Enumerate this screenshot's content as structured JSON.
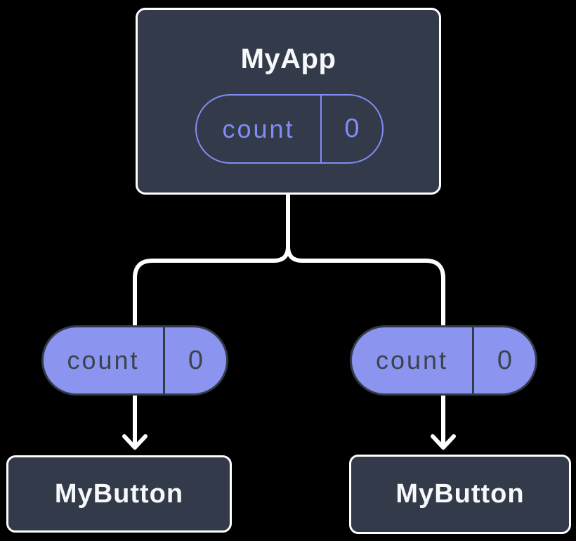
{
  "diagram": {
    "description": "Component tree diagram: parent component holding state, passing it down to two child components",
    "colors": {
      "background": "#000000",
      "node_fill": "#333B4B",
      "node_border": "#FFFFFF",
      "pill_fill": "#8B94EE",
      "pill_dark": "#3C424E",
      "purple_accent": "#828CF2",
      "connector": "#FFFFFF"
    },
    "root": {
      "label": "MyApp",
      "state_pill": {
        "name": "count",
        "value": "0"
      }
    },
    "left_branch": {
      "prop_pill": {
        "name": "count",
        "value": "0"
      },
      "node_label": "MyButton"
    },
    "right_branch": {
      "prop_pill": {
        "name": "count",
        "value": "0"
      },
      "node_label": "MyButton"
    }
  }
}
